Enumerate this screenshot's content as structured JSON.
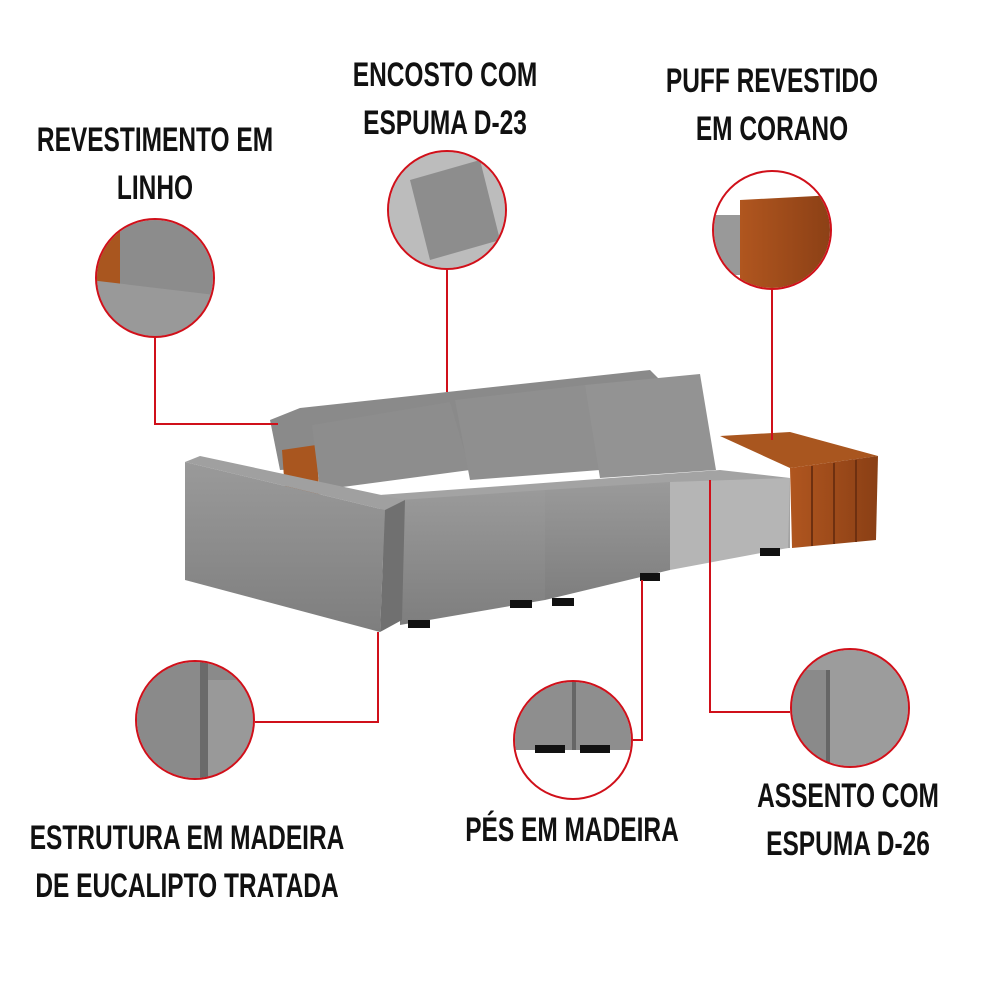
{
  "colors": {
    "accent": "#d0101a",
    "fabric": "#8f8f8f",
    "leather": "#9a4a1c"
  },
  "callouts": [
    {
      "id": "revestimento",
      "lines": [
        "REVESTIMENTO EM",
        "LINHO"
      ]
    },
    {
      "id": "encosto",
      "lines": [
        "ENCOSTO COM",
        "ESPUMA D-23"
      ]
    },
    {
      "id": "puff",
      "lines": [
        "PUFF REVESTIDO",
        "EM CORANO"
      ]
    },
    {
      "id": "estrutura",
      "lines": [
        "ESTRUTURA EM MADEIRA",
        "DE EUCALIPTO TRATADA"
      ]
    },
    {
      "id": "pes",
      "lines": [
        "PÉS EM MADEIRA"
      ]
    },
    {
      "id": "assento",
      "lines": [
        "ASSENTO COM",
        "ESPUMA D-26"
      ]
    }
  ]
}
